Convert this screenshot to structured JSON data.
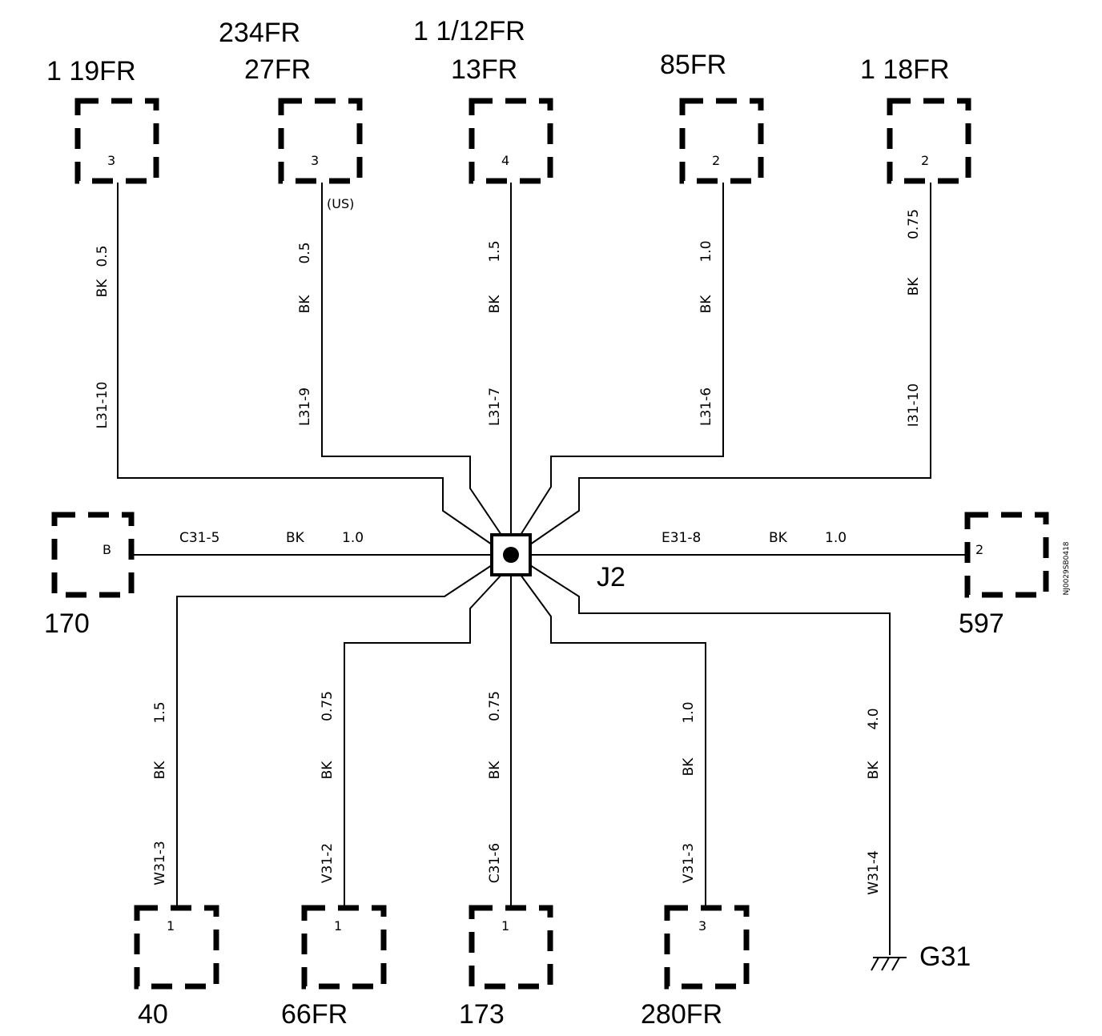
{
  "junction": {
    "label": "J2"
  },
  "ground": {
    "label": "G31"
  },
  "drawing_code": "NJ0029SB0418",
  "top_connectors": [
    {
      "labels": [
        "1 19FR"
      ],
      "pin": "3",
      "wire_id": "L31-10",
      "color": "BK",
      "gauge": "0.5",
      "note": ""
    },
    {
      "labels": [
        "234FR",
        "27FR"
      ],
      "pin": "3",
      "wire_id": "L31-9",
      "color": "BK",
      "gauge": "0.5",
      "note": "(US)"
    },
    {
      "labels": [
        "1 1/12FR",
        "13FR"
      ],
      "pin": "4",
      "wire_id": "L31-7",
      "color": "BK",
      "gauge": "1.5",
      "note": ""
    },
    {
      "labels": [
        "85FR"
      ],
      "pin": "2",
      "wire_id": "L31-6",
      "color": "BK",
      "gauge": "1.0",
      "note": ""
    },
    {
      "labels": [
        "1 18FR"
      ],
      "pin": "2",
      "wire_id": "I31-10",
      "color": "BK",
      "gauge": "0.75",
      "note": ""
    }
  ],
  "side_connectors": [
    {
      "label": "170",
      "pin": "B",
      "wire_id": "C31-5",
      "color": "BK",
      "gauge": "1.0"
    },
    {
      "label": "597",
      "pin": "2",
      "wire_id": "E31-8",
      "color": "BK",
      "gauge": "1.0"
    }
  ],
  "bottom_connectors": [
    {
      "label": "40",
      "pin": "1",
      "wire_id": "W31-3",
      "color": "BK",
      "gauge": "1.5"
    },
    {
      "label": "66FR",
      "pin": "1",
      "wire_id": "V31-2",
      "color": "BK",
      "gauge": "0.75"
    },
    {
      "label": "173",
      "pin": "1",
      "wire_id": "C31-6",
      "color": "BK",
      "gauge": "0.75"
    },
    {
      "label": "280FR",
      "pin": "3",
      "wire_id": "V31-3",
      "color": "BK",
      "gauge": "1.0"
    }
  ],
  "ground_wire": {
    "wire_id": "W31-4",
    "color": "BK",
    "gauge": "4.0"
  }
}
